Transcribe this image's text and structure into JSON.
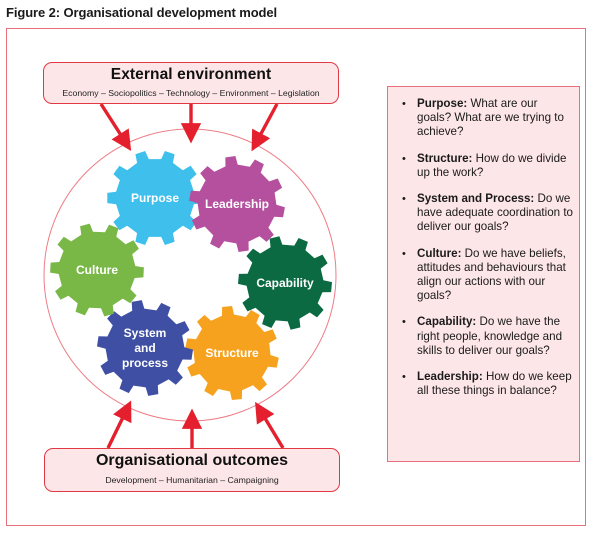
{
  "figure": {
    "title": "Figure 2: Organisational development model"
  },
  "external_environment": {
    "title": "External environment",
    "subtitle": "Economy – Sociopolitics – Technology – Environment – Legislation"
  },
  "organisational_outcomes": {
    "title": "Organisational outcomes",
    "subtitle": "Development – Humanitarian – Campaigning"
  },
  "gears": [
    {
      "id": "purpose",
      "lines": [
        "Purpose"
      ],
      "color": "#3fbfec"
    },
    {
      "id": "leadership",
      "lines": [
        "Leadership"
      ],
      "color": "#b5509e"
    },
    {
      "id": "capability",
      "lines": [
        "Capability"
      ],
      "color": "#0b6a42"
    },
    {
      "id": "structure",
      "lines": [
        "Structure"
      ],
      "color": "#f6a21f"
    },
    {
      "id": "system-and-process",
      "lines": [
        "System",
        "and",
        "process"
      ],
      "color": "#3f4fa3"
    },
    {
      "id": "culture",
      "lines": [
        "Culture"
      ],
      "color": "#79b846"
    }
  ],
  "colors": {
    "arrow": "#e5202e",
    "circle": "#ee7c86",
    "box_fill": "#fde6e8",
    "box_border": "#e23844",
    "frame_border": "#e8707c"
  },
  "questions": [
    {
      "term": "Purpose:",
      "text": " What are our goals? What are we trying to achieve?"
    },
    {
      "term": "Structure:",
      "text": " How do we divide up the work?"
    },
    {
      "term": "System and Process:",
      "text": " Do we have adequate coordination to deliver our goals?"
    },
    {
      "term": "Culture:",
      "text": " Do we have beliefs, attitudes and behaviours that align our actions with our goals?"
    },
    {
      "term": "Capability:",
      "text": " Do we have the right people, knowledge and skills to deliver our goals?"
    },
    {
      "term": "Leadership:",
      "text": " How do we keep all these things in balance?"
    }
  ],
  "bullet_glyph": "•"
}
